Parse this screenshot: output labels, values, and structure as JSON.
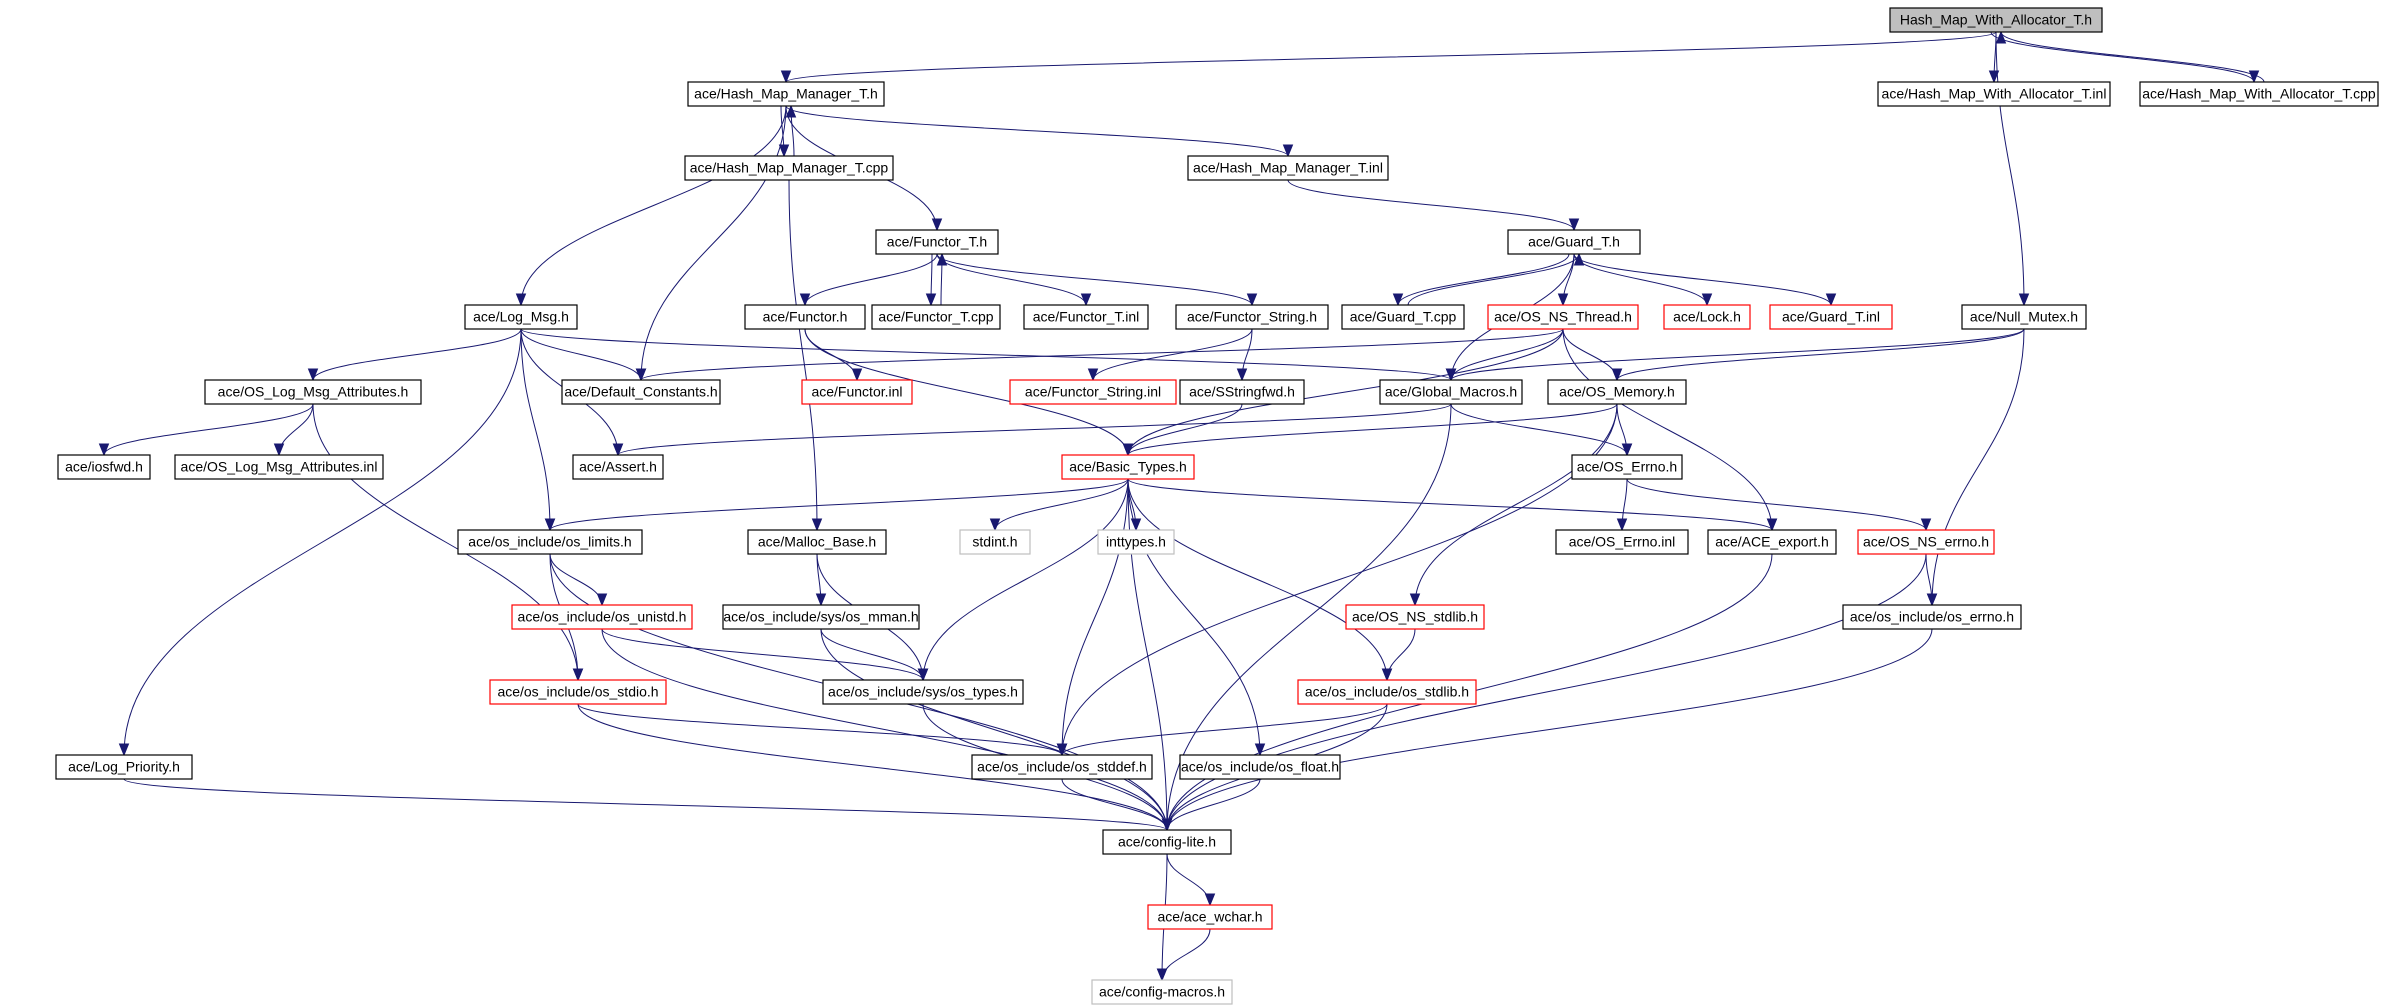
{
  "colors": {
    "edge": "#191970",
    "normal": "#000000",
    "incomplete": "#ff0000",
    "external": "#bfbfbf",
    "root_fill": "#bfbfbf"
  },
  "nodes": [
    {
      "id": "root",
      "label": "Hash_Map_With_Allocator_T.h",
      "kind": "root"
    },
    {
      "id": "hmm_h",
      "label": "ace/Hash_Map_Manager_T.h",
      "kind": "normal"
    },
    {
      "id": "hmwa_inl",
      "label": "ace/Hash_Map_With_Allocator_T.inl",
      "kind": "normal"
    },
    {
      "id": "hmwa_cpp",
      "label": "ace/Hash_Map_With_Allocator_T.cpp",
      "kind": "normal"
    },
    {
      "id": "hmm_cpp",
      "label": "ace/Hash_Map_Manager_T.cpp",
      "kind": "normal"
    },
    {
      "id": "hmm_inl",
      "label": "ace/Hash_Map_Manager_T.inl",
      "kind": "normal"
    },
    {
      "id": "functor_t_h",
      "label": "ace/Functor_T.h",
      "kind": "normal"
    },
    {
      "id": "guard_t_h",
      "label": "ace/Guard_T.h",
      "kind": "normal"
    },
    {
      "id": "log_msg",
      "label": "ace/Log_Msg.h",
      "kind": "normal"
    },
    {
      "id": "functor_h",
      "label": "ace/Functor.h",
      "kind": "normal"
    },
    {
      "id": "functor_t_cpp",
      "label": "ace/Functor_T.cpp",
      "kind": "normal"
    },
    {
      "id": "functor_t_inl",
      "label": "ace/Functor_T.inl",
      "kind": "normal"
    },
    {
      "id": "functor_string",
      "label": "ace/Functor_String.h",
      "kind": "normal"
    },
    {
      "id": "guard_t_cpp",
      "label": "ace/Guard_T.cpp",
      "kind": "normal"
    },
    {
      "id": "os_ns_thread",
      "label": "ace/OS_NS_Thread.h",
      "kind": "incomplete"
    },
    {
      "id": "lock_h",
      "label": "ace/Lock.h",
      "kind": "incomplete"
    },
    {
      "id": "guard_t_inl",
      "label": "ace/Guard_T.inl",
      "kind": "incomplete"
    },
    {
      "id": "null_mutex",
      "label": "ace/Null_Mutex.h",
      "kind": "normal"
    },
    {
      "id": "os_log_attr",
      "label": "ace/OS_Log_Msg_Attributes.h",
      "kind": "normal"
    },
    {
      "id": "default_const",
      "label": "ace/Default_Constants.h",
      "kind": "normal"
    },
    {
      "id": "functor_inl",
      "label": "ace/Functor.inl",
      "kind": "incomplete"
    },
    {
      "id": "functor_string_inl",
      "label": "ace/Functor_String.inl",
      "kind": "incomplete"
    },
    {
      "id": "sstringfwd",
      "label": "ace/SStringfwd.h",
      "kind": "normal"
    },
    {
      "id": "global_macros",
      "label": "ace/Global_Macros.h",
      "kind": "normal"
    },
    {
      "id": "os_memory",
      "label": "ace/OS_Memory.h",
      "kind": "normal"
    },
    {
      "id": "iosfwd",
      "label": "ace/iosfwd.h",
      "kind": "normal"
    },
    {
      "id": "os_log_attr_inl",
      "label": "ace/OS_Log_Msg_Attributes.inl",
      "kind": "normal"
    },
    {
      "id": "assert_h",
      "label": "ace/Assert.h",
      "kind": "normal"
    },
    {
      "id": "basic_types",
      "label": "ace/Basic_Types.h",
      "kind": "incomplete"
    },
    {
      "id": "os_errno_h",
      "label": "ace/OS_Errno.h",
      "kind": "normal"
    },
    {
      "id": "os_limits",
      "label": "ace/os_include/os_limits.h",
      "kind": "normal"
    },
    {
      "id": "malloc_base",
      "label": "ace/Malloc_Base.h",
      "kind": "normal"
    },
    {
      "id": "stdint",
      "label": "stdint.h",
      "kind": "external"
    },
    {
      "id": "inttypes",
      "label": "inttypes.h",
      "kind": "external"
    },
    {
      "id": "os_errno_inl",
      "label": "ace/OS_Errno.inl",
      "kind": "normal"
    },
    {
      "id": "ace_export",
      "label": "ace/ACE_export.h",
      "kind": "normal"
    },
    {
      "id": "os_ns_errno",
      "label": "ace/OS_NS_errno.h",
      "kind": "incomplete"
    },
    {
      "id": "os_unistd",
      "label": "ace/os_include/os_unistd.h",
      "kind": "incomplete"
    },
    {
      "id": "sys_mman",
      "label": "ace/os_include/sys/os_mman.h",
      "kind": "normal"
    },
    {
      "id": "os_ns_stdlib",
      "label": "ace/OS_NS_stdlib.h",
      "kind": "incomplete"
    },
    {
      "id": "oi_errno",
      "label": "ace/os_include/os_errno.h",
      "kind": "normal"
    },
    {
      "id": "os_stdio",
      "label": "ace/os_include/os_stdio.h",
      "kind": "incomplete"
    },
    {
      "id": "sys_types",
      "label": "ace/os_include/sys/os_types.h",
      "kind": "normal"
    },
    {
      "id": "os_stdlib",
      "label": "ace/os_include/os_stdlib.h",
      "kind": "incomplete"
    },
    {
      "id": "log_priority",
      "label": "ace/Log_Priority.h",
      "kind": "normal"
    },
    {
      "id": "os_stddef",
      "label": "ace/os_include/os_stddef.h",
      "kind": "normal"
    },
    {
      "id": "os_float",
      "label": "ace/os_include/os_float.h",
      "kind": "normal"
    },
    {
      "id": "config_lite",
      "label": "ace/config-lite.h",
      "kind": "normal"
    },
    {
      "id": "ace_wchar",
      "label": "ace/ace_wchar.h",
      "kind": "incomplete"
    },
    {
      "id": "config_macros",
      "label": "ace/config-macros.h",
      "kind": "external"
    }
  ],
  "edges": [
    [
      "root",
      "hmm_h"
    ],
    [
      "root",
      "hmwa_inl"
    ],
    [
      "root",
      "hmwa_cpp"
    ],
    [
      "root",
      "null_mutex"
    ],
    [
      "hmwa_cpp",
      "root"
    ],
    [
      "hmm_h",
      "hmm_cpp"
    ],
    [
      "hmm_h",
      "hmm_inl"
    ],
    [
      "hmm_h",
      "functor_t_h"
    ],
    [
      "hmm_h",
      "log_msg"
    ],
    [
      "hmm_h",
      "default_const"
    ],
    [
      "hmm_cpp",
      "hmm_h"
    ],
    [
      "hmm_cpp",
      "malloc_base"
    ],
    [
      "hmm_inl",
      "guard_t_h"
    ],
    [
      "functor_t_h",
      "functor_h"
    ],
    [
      "functor_t_h",
      "functor_t_cpp"
    ],
    [
      "functor_t_h",
      "functor_t_inl"
    ],
    [
      "functor_t_h",
      "functor_string"
    ],
    [
      "functor_t_cpp",
      "functor_t_h"
    ],
    [
      "functor_h",
      "functor_inl"
    ],
    [
      "functor_h",
      "basic_types"
    ],
    [
      "functor_string",
      "sstringfwd"
    ],
    [
      "functor_string",
      "functor_string_inl"
    ],
    [
      "sstringfwd",
      "basic_types"
    ],
    [
      "guard_t_h",
      "guard_t_cpp"
    ],
    [
      "guard_t_h",
      "os_ns_thread"
    ],
    [
      "guard_t_h",
      "lock_h"
    ],
    [
      "guard_t_h",
      "guard_t_inl"
    ],
    [
      "guard_t_h",
      "global_macros"
    ],
    [
      "guard_t_cpp",
      "guard_t_h"
    ],
    [
      "os_ns_thread",
      "default_const"
    ],
    [
      "os_ns_thread",
      "global_macros"
    ],
    [
      "os_ns_thread",
      "os_memory"
    ],
    [
      "os_ns_thread",
      "basic_types"
    ],
    [
      "os_ns_thread",
      "ace_export"
    ],
    [
      "null_mutex",
      "global_macros"
    ],
    [
      "null_mutex",
      "os_memory"
    ],
    [
      "null_mutex",
      "oi_errno"
    ],
    [
      "log_msg",
      "os_log_attr"
    ],
    [
      "log_msg",
      "default_const"
    ],
    [
      "log_msg",
      "assert_h"
    ],
    [
      "log_msg",
      "os_limits"
    ],
    [
      "log_msg",
      "global_macros"
    ],
    [
      "log_msg",
      "log_priority"
    ],
    [
      "os_log_attr",
      "iosfwd"
    ],
    [
      "os_log_attr",
      "os_log_attr_inl"
    ],
    [
      "os_log_attr",
      "os_stdio"
    ],
    [
      "global_macros",
      "assert_h"
    ],
    [
      "global_macros",
      "os_errno_h"
    ],
    [
      "global_macros",
      "config_lite"
    ],
    [
      "os_memory",
      "basic_types"
    ],
    [
      "os_memory",
      "os_errno_h"
    ],
    [
      "os_memory",
      "os_ns_stdlib"
    ],
    [
      "os_memory",
      "os_stddef"
    ],
    [
      "os_errno_h",
      "os_errno_inl"
    ],
    [
      "os_errno_h",
      "os_ns_errno"
    ],
    [
      "basic_types",
      "os_limits"
    ],
    [
      "basic_types",
      "stdint"
    ],
    [
      "basic_types",
      "inttypes"
    ],
    [
      "basic_types",
      "ace_export"
    ],
    [
      "basic_types",
      "os_stdlib"
    ],
    [
      "basic_types",
      "os_float"
    ],
    [
      "basic_types",
      "os_stddef"
    ],
    [
      "basic_types",
      "sys_types"
    ],
    [
      "basic_types",
      "config_lite"
    ],
    [
      "os_limits",
      "os_unistd"
    ],
    [
      "os_limits",
      "os_stdio"
    ],
    [
      "os_limits",
      "config_lite"
    ],
    [
      "os_unistd",
      "sys_types"
    ],
    [
      "os_unistd",
      "config_lite"
    ],
    [
      "malloc_base",
      "sys_mman"
    ],
    [
      "malloc_base",
      "sys_types"
    ],
    [
      "sys_mman",
      "sys_types"
    ],
    [
      "sys_mman",
      "config_lite"
    ],
    [
      "os_ns_stdlib",
      "os_stdlib"
    ],
    [
      "os_stdlib",
      "os_stddef"
    ],
    [
      "os_stdlib",
      "config_lite"
    ],
    [
      "os_ns_errno",
      "oi_errno"
    ],
    [
      "os_ns_errno",
      "config_lite"
    ],
    [
      "oi_errno",
      "config_lite"
    ],
    [
      "ace_export",
      "config_lite"
    ],
    [
      "os_stdio",
      "os_stddef"
    ],
    [
      "os_stdio",
      "config_lite"
    ],
    [
      "sys_types",
      "config_lite"
    ],
    [
      "os_stddef",
      "config_lite"
    ],
    [
      "os_float",
      "config_lite"
    ],
    [
      "log_priority",
      "config_lite"
    ],
    [
      "config_lite",
      "ace_wchar"
    ],
    [
      "config_lite",
      "config_macros"
    ],
    [
      "ace_wchar",
      "config_macros"
    ]
  ]
}
